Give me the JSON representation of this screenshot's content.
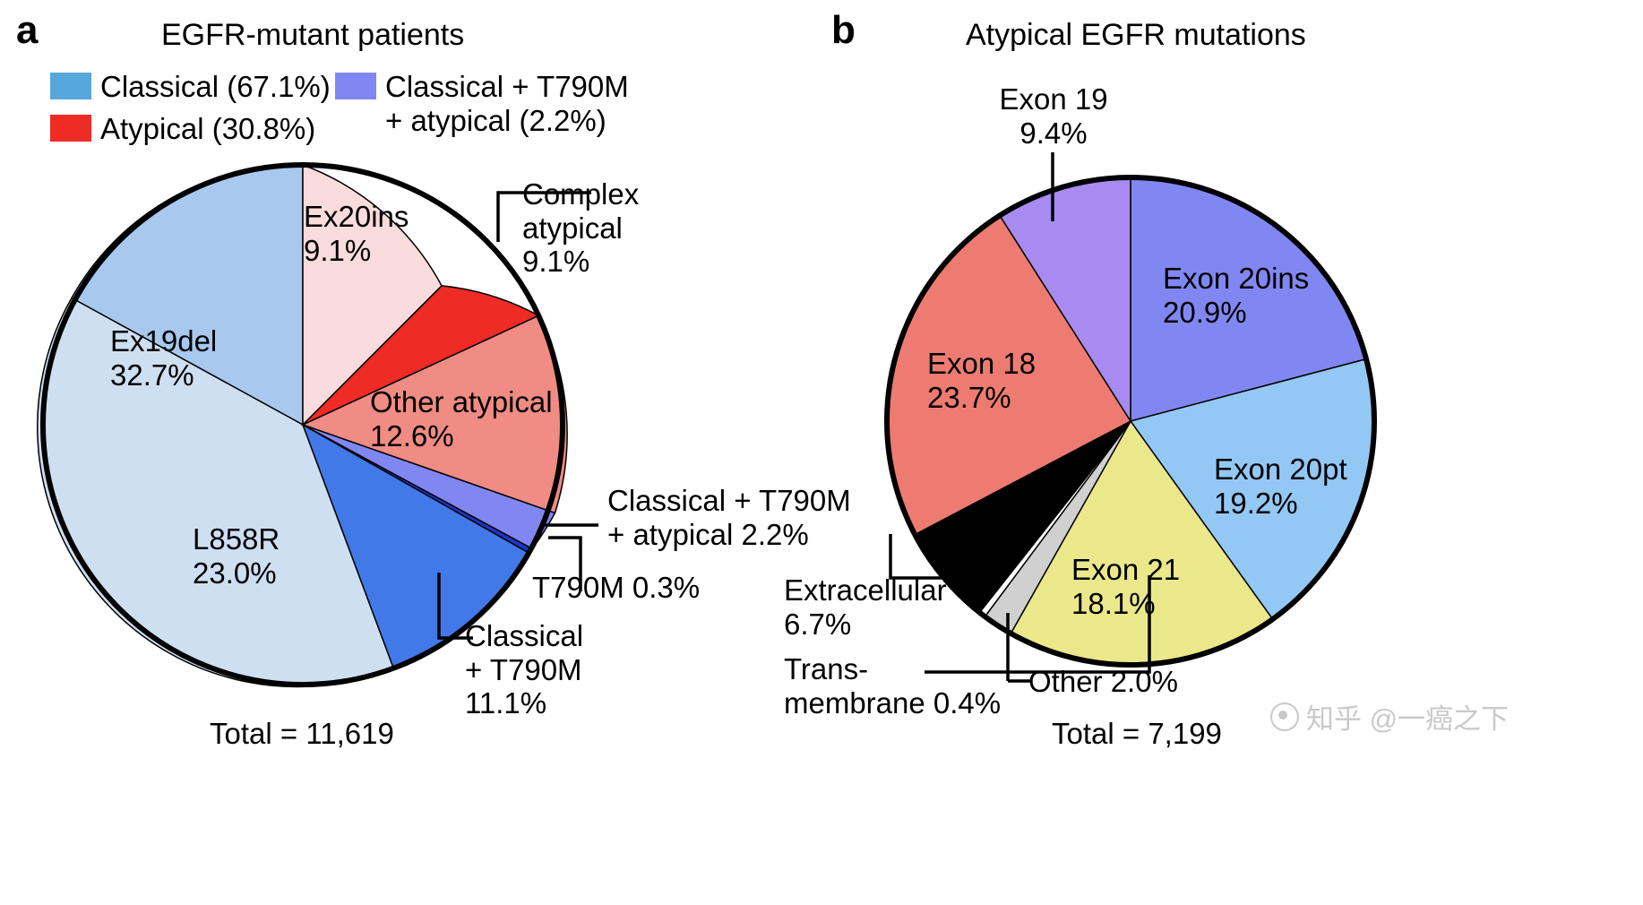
{
  "panels": {
    "a": {
      "letter": "a",
      "title": "EGFR-mutant patients",
      "total": "Total = 11,619",
      "legend": [
        {
          "label": "Classical (67.1%)",
          "color": "#56A8DC"
        },
        {
          "label": "Atypical (30.8%)",
          "color": "#EE2B24"
        },
        {
          "label": "Classical + T790M\n+ atypical (2.2%)",
          "color": "#8187F2"
        }
      ]
    },
    "b": {
      "letter": "b",
      "title": "Atypical EGFR mutations",
      "total": "Total = 7,199"
    }
  },
  "watermark": "知乎 @一癌之下",
  "chart_data": [
    {
      "type": "pie",
      "title": "EGFR-mutant patients",
      "panel": "a",
      "total": 11619,
      "total_label": "Total = 11,619",
      "units": "percent",
      "start_angle_deg": -90,
      "direction": "counterclockwise",
      "legend": [
        {
          "name": "Classical (67.1%)",
          "value": 67.1,
          "color": "#56A8DC"
        },
        {
          "name": "Atypical (30.8%)",
          "value": 30.8,
          "color": "#EE2B24"
        },
        {
          "name": "Classical + T790M + atypical (2.2%)",
          "value": 2.2,
          "color": "#8187F2"
        }
      ],
      "categories": [
        "Ex19del",
        "L858R",
        "Classical + T790M",
        "T790M",
        "Classical + T790M + atypical",
        "Other atypical",
        "Complex atypical",
        "Ex20ins"
      ],
      "values": [
        32.7,
        23.0,
        11.1,
        0.3,
        2.2,
        12.6,
        9.1,
        9.1
      ],
      "colors": [
        "#A8C8EE",
        "#CEDFF2",
        "#4179E8",
        "#1C36C9",
        "#8187F2",
        "#F08C83",
        "#EE2B24",
        "#FBDCDC"
      ],
      "labels": [
        {
          "text": "Ex19del\n32.7%",
          "placement": "inside"
        },
        {
          "text": "L858R\n23.0%",
          "placement": "inside"
        },
        {
          "text": "Classical\n+ T790M\n11.1%",
          "placement": "callout"
        },
        {
          "text": "T790M 0.3%",
          "placement": "callout"
        },
        {
          "text": "Classical + T790M\n+ atypical 2.2%",
          "placement": "callout"
        },
        {
          "text": "Other atypical\n12.6%",
          "placement": "inside"
        },
        {
          "text": "Complex\natypical\n9.1%",
          "placement": "callout"
        },
        {
          "text": "Ex20ins\n9.1%",
          "placement": "inside"
        }
      ]
    },
    {
      "type": "pie",
      "title": "Atypical EGFR mutations",
      "panel": "b",
      "total": 7199,
      "total_label": "Total = 7,199",
      "units": "percent",
      "start_angle_deg": -90,
      "direction": "clockwise",
      "categories": [
        "Exon 20ins",
        "Exon 20pt",
        "Exon 21",
        "Other",
        "Trans-membrane",
        "Extracellular",
        "Exon 18",
        "Exon 19"
      ],
      "values": [
        20.9,
        19.2,
        18.1,
        2.0,
        0.4,
        6.7,
        23.7,
        9.4
      ],
      "colors": [
        "#8187F2",
        "#93C8F5",
        "#EAE88A",
        "#D0D0D0",
        "#FFFFFF",
        "#000000",
        "#EE7B72",
        "#A78BF0"
      ],
      "labels": [
        {
          "text": "Exon 20ins\n20.9%",
          "placement": "inside"
        },
        {
          "text": "Exon 20pt\n19.2%",
          "placement": "inside"
        },
        {
          "text": "Exon 21\n18.1%",
          "placement": "inside"
        },
        {
          "text": "Other 2.0%",
          "placement": "callout"
        },
        {
          "text": "Trans-\nmembrane 0.4%",
          "placement": "callout"
        },
        {
          "text": "Extracellular\n6.7%",
          "placement": "callout"
        },
        {
          "text": "Exon 18\n23.7%",
          "placement": "inside"
        },
        {
          "text": "Exon 19\n9.4%",
          "placement": "callout"
        }
      ]
    }
  ]
}
